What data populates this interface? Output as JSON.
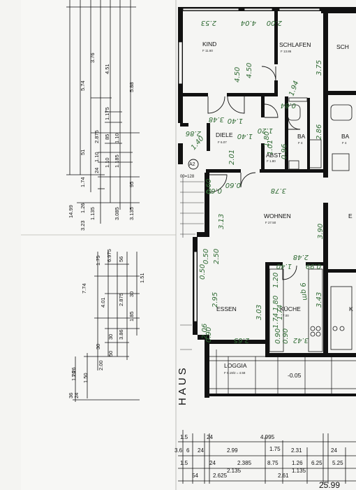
{
  "rooms": {
    "kind": {
      "name": "KIND",
      "area": "F 11.60"
    },
    "schlafen": {
      "name": "SCHLAFEN",
      "area": "F 13.86"
    },
    "schlafen2": {
      "name": "SCH"
    },
    "diele": {
      "name": "DIELE",
      "area": "F 6.07"
    },
    "bad": {
      "name": "BA",
      "area": "F 4"
    },
    "bad2": {
      "name": "BA",
      "area": "F 4"
    },
    "abst": {
      "name": "ABST",
      "area": "F 1.80"
    },
    "wohnen": {
      "name": "WOHNEN",
      "area": "F 27.50"
    },
    "essen": {
      "name": "ESSEN"
    },
    "kueche": {
      "name": "KÜCHE",
      "area": "7.00"
    },
    "loggia": {
      "name": "LOGGIA",
      "area": "F 9.19/2 = 4.58"
    },
    "edge_k": {
      "name": "K"
    },
    "edge_e": {
      "name": "E"
    }
  },
  "markers": {
    "circle_a2": "A2",
    "stair_level": "00=128",
    "loggia_level": "-0.05"
  },
  "side_text": "HAUS",
  "handwritten": [
    "2.00",
    "4.04",
    "2.53",
    "4.50",
    "3.75",
    "4.50",
    "2.86",
    "3.78",
    "2.86",
    "1.40",
    "1.94",
    "2.01",
    "1.40",
    "1.20",
    "0.84",
    "3.48",
    "3.13",
    "3.90",
    "2.48",
    "2.95",
    "3.03",
    "3.43",
    "2.65",
    "2.06",
    "1.74",
    "1.40",
    "1.01",
    "0.60",
    "0.60",
    "0.50",
    "2.50",
    "0.90",
    "0.99",
    "1.20",
    "0.96",
    "0.60",
    "9 qm",
    "3.42",
    "0.50",
    "1.74",
    "1.40",
    "0.90",
    "0.90",
    "1.80",
    "1.80"
  ],
  "left_dims_upper": [
    "14.99",
    "1.26",
    "3.23",
    "1.135",
    "1.74",
    "51",
    "24",
    "1.10",
    "1.185",
    "1.10",
    "3.085",
    "3.135",
    "95",
    "85",
    "2.875",
    "1.175",
    "1.10",
    "5.74",
    "3.76",
    "4.51",
    "5.88"
  ],
  "left_dims_lower": [
    "1.26",
    "1.50",
    "2.00",
    "50",
    "30",
    "30",
    "3.86",
    "2.875",
    "4.01",
    "7.74",
    "1.75",
    "6.975",
    "56",
    "1.85",
    "30",
    "1.51",
    "36",
    "24",
    "1.26"
  ],
  "bottom_dims": {
    "row1": [
      "1.5",
      "24",
      "4.995"
    ],
    "row2": [
      "3.6",
      "6",
      "24",
      "2.99",
      "1.75",
      "2.31",
      "24"
    ],
    "row3": [
      "1.5",
      "24",
      "2.385",
      "8.75",
      "1.26",
      "6.25",
      "5.25"
    ],
    "row4": [
      "54",
      "2.625",
      "2.135",
      "2.61",
      "1.135"
    ],
    "total": "25.99"
  }
}
